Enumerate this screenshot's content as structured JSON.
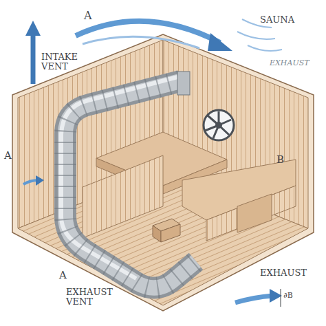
{
  "diagram": {
    "labels": [
      "A",
      "SAUNA",
      "INTAKE VENT",
      "EXHAUST",
      "A",
      "B",
      "A",
      "EXHAUST",
      "∂B",
      "EXHAUST VENT"
    ]
  }
}
